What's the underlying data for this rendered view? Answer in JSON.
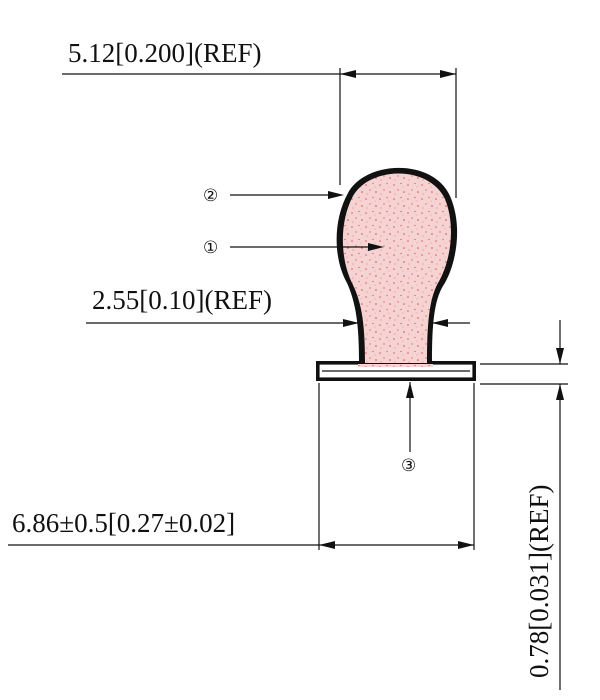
{
  "dimensions": {
    "top_width": "5.12[0.200](REF)",
    "neck_width": "2.55[0.10](REF)",
    "base_width": "6.86±0.5[0.27±0.02]",
    "base_thickness": "0.78[0.031](REF)"
  },
  "callouts": {
    "item1": "①",
    "item2": "②",
    "item3": "③"
  },
  "colors": {
    "foam_fill": "#f4c9c9",
    "foam_speckle": "#e05a5a",
    "outline": "#111111"
  }
}
